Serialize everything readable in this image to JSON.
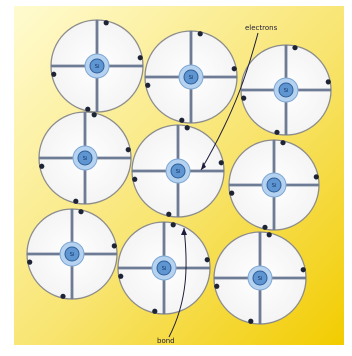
{
  "colors": {
    "background_light": "#fffbd0",
    "background_dark": "#f2cc00",
    "atom_fill": "#fbfbfb",
    "atom_stroke": "#8c8c8c",
    "bond_line": "#6d7b95",
    "nucleus_outer": "#b5d3f0",
    "nucleus_inner": "#5f95d0",
    "electron": "#1d2436",
    "annotation": "#1c1c3a"
  },
  "annotations": {
    "top_label": "electrons",
    "bottom_label": "bond"
  },
  "atoms": [
    {
      "id": "atom-1",
      "label": "Si"
    },
    {
      "id": "atom-2",
      "label": "Si"
    },
    {
      "id": "atom-3",
      "label": "Si"
    },
    {
      "id": "atom-4",
      "label": "Si"
    },
    {
      "id": "atom-5",
      "label": "Si"
    },
    {
      "id": "atom-6",
      "label": "Si"
    },
    {
      "id": "atom-7",
      "label": "Si"
    },
    {
      "id": "atom-8",
      "label": "Si"
    },
    {
      "id": "atom-9",
      "label": "Si"
    }
  ]
}
